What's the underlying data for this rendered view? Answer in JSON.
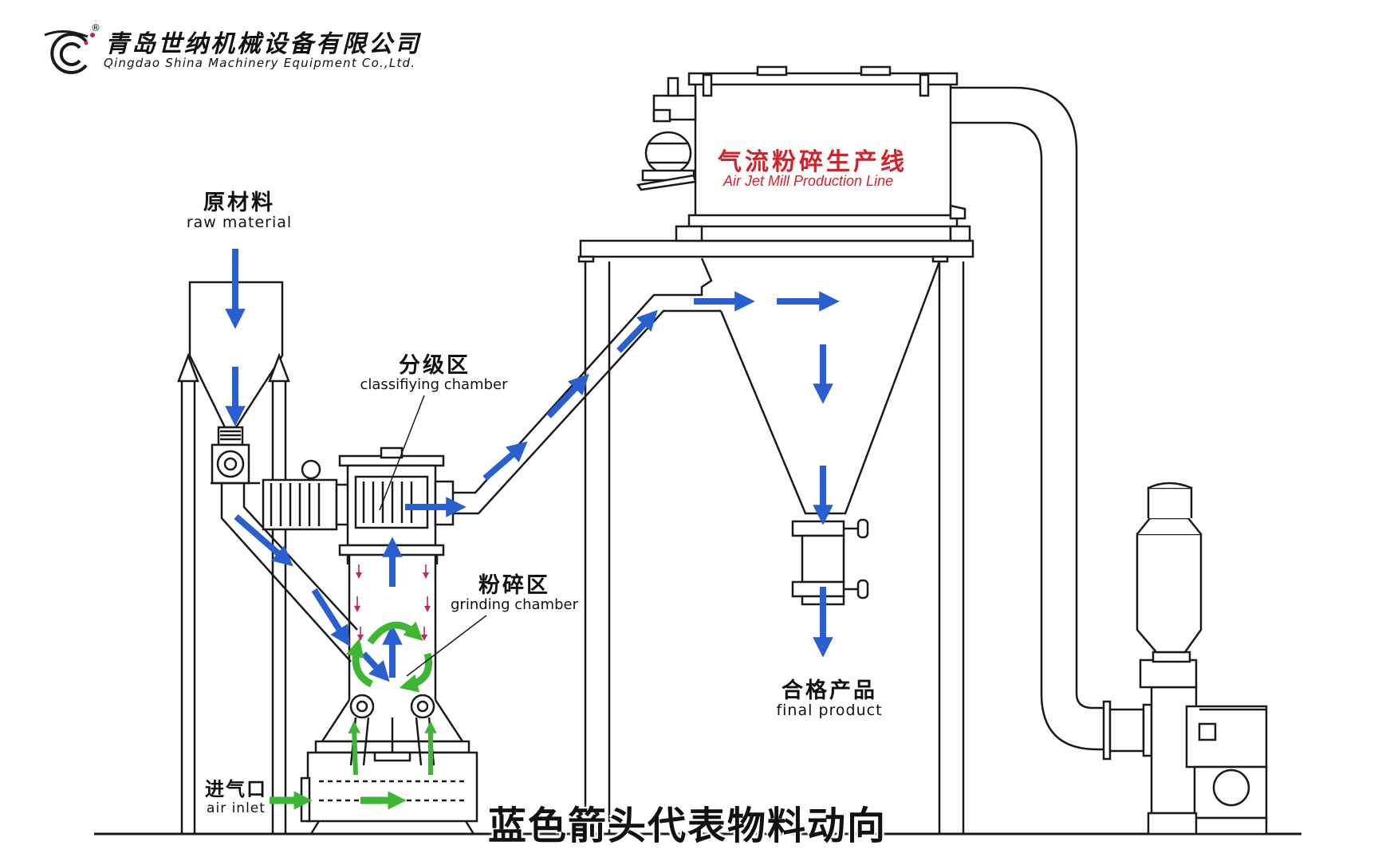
{
  "logo": {
    "name_zh": "青岛世纳机械设备有限公司",
    "name_en": "Qingdao Shina Machinery Equipment Co.,Ltd.",
    "registered_mark": "®"
  },
  "machine_title": {
    "zh": "气流粉碎生产线",
    "en": "Air Jet Mill Production Line"
  },
  "labels": {
    "raw_material": {
      "zh": "原材料",
      "en": "raw material"
    },
    "classifying_chamber": {
      "zh": "分级区",
      "en": "classifiying chamber"
    },
    "grinding_chamber": {
      "zh": "粉碎区",
      "en": "grinding chamber"
    },
    "final_product": {
      "zh": "合格产品",
      "en": "final product"
    },
    "air_inlet": {
      "zh": "进气口",
      "en": "air inlet"
    }
  },
  "caption": "蓝色箭头代表物料动向",
  "colors": {
    "line": "#1a1a1a",
    "material_arrow": "#2a5fd0",
    "air_arrow": "#3fb534",
    "particle_arrow": "#c8235a",
    "title_red": "#d4212a"
  }
}
